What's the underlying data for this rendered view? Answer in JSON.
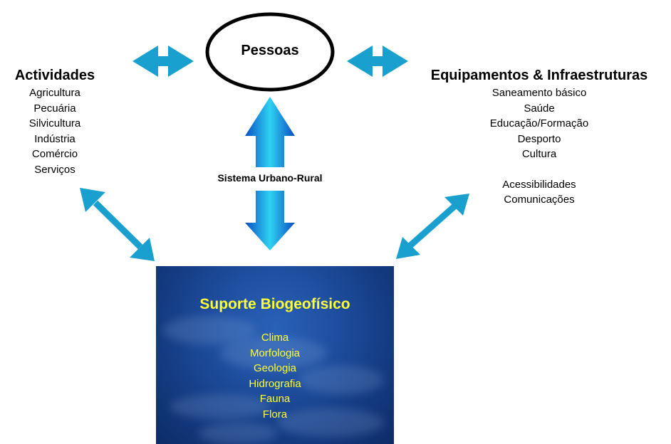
{
  "pessoas": {
    "label": "Pessoas"
  },
  "actividades": {
    "title": "Actividades",
    "items": [
      "Agricultura",
      "Pecuária",
      "Silvicultura",
      "Indústria",
      "Comércio",
      "Serviços"
    ]
  },
  "equipamentos": {
    "title": "Equipamentos & Infraestruturas",
    "items": [
      "Saneamento básico",
      "Saúde",
      "Educação/Formação",
      "Desporto",
      "Cultura"
    ],
    "items2": [
      "Acessibilidades",
      "Comunicações"
    ]
  },
  "center": {
    "label": "Sistema Urbano-Rural"
  },
  "suporte": {
    "title": "Suporte Biogeofísico",
    "items": [
      "Clima",
      "Morfologia",
      "Geologia",
      "Hidrografia",
      "Fauna",
      "Flora"
    ]
  },
  "colors": {
    "arrow": "#1aa0cf",
    "support_text": "#ffff33",
    "support_bg": "#1f4fa0"
  }
}
